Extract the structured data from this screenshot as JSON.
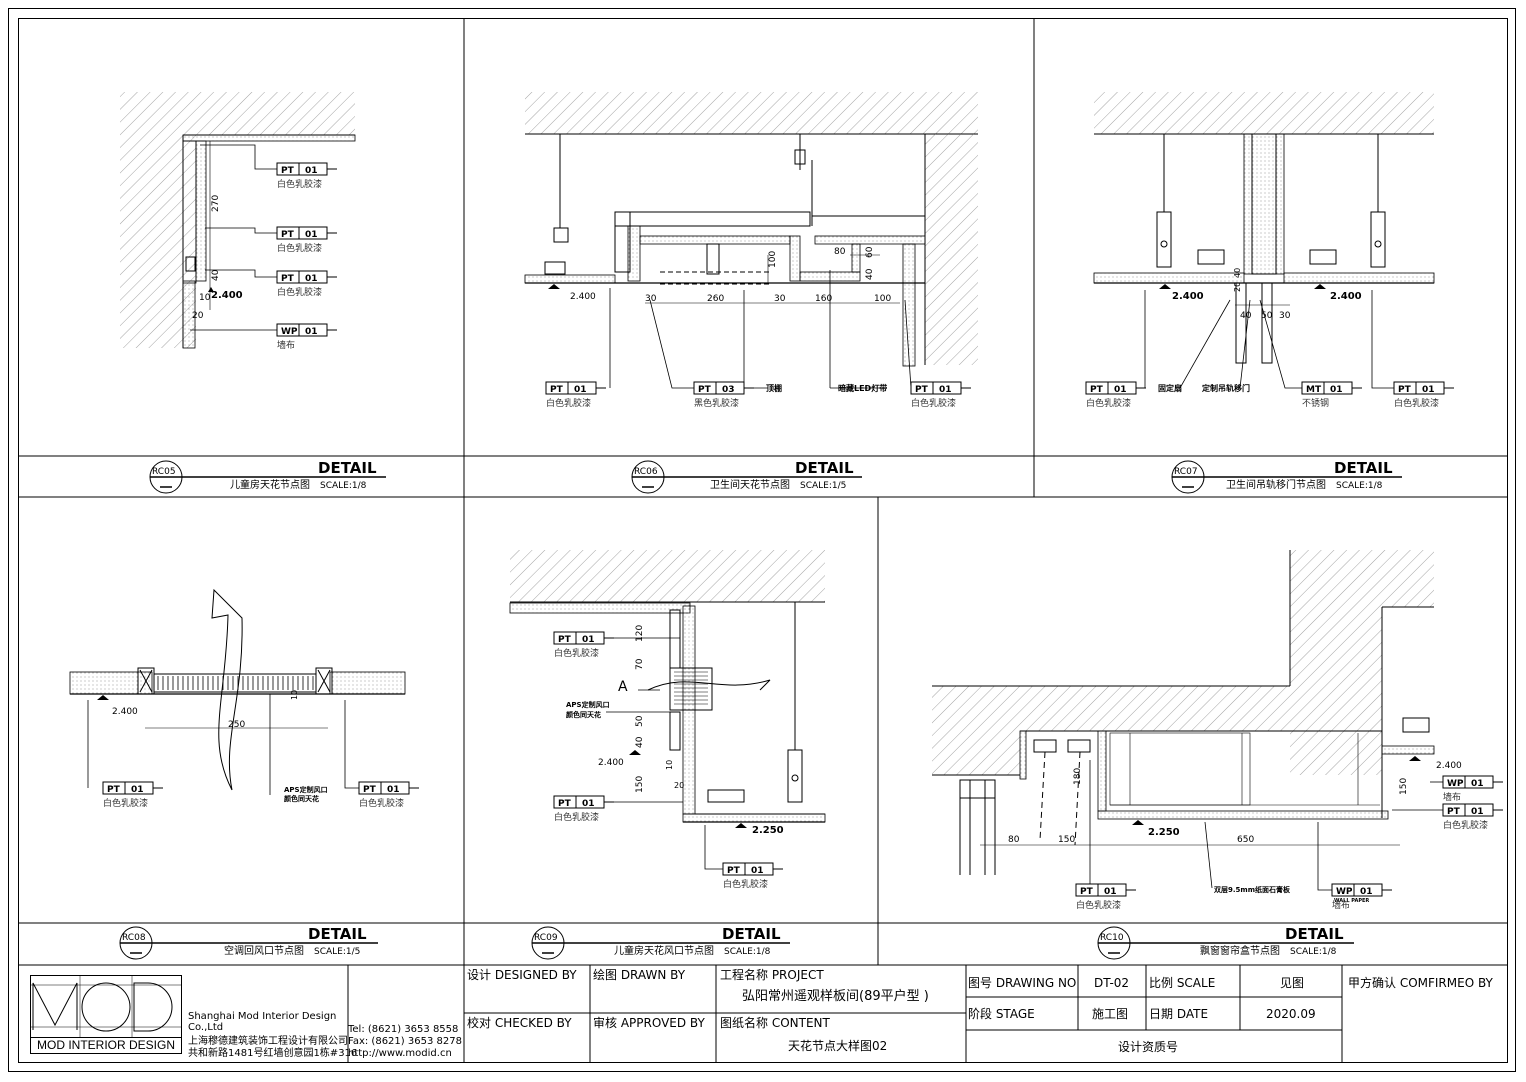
{
  "panels": [
    {
      "id": "RC05",
      "detail": "DETAIL",
      "title": "儿童房天花节点图",
      "scale": "SCALE:1/8"
    },
    {
      "id": "RC06",
      "detail": "DETAIL",
      "title": "卫生间天花节点图",
      "scale": "SCALE:1/5"
    },
    {
      "id": "RC07",
      "detail": "DETAIL",
      "title": "卫生间吊轨移门节点图",
      "scale": "SCALE:1/8"
    },
    {
      "id": "RC08",
      "detail": "DETAIL",
      "title": "空调回风口节点图",
      "scale": "SCALE:1/5"
    },
    {
      "id": "RC09",
      "detail": "DETAIL",
      "title": "儿童房天花风口节点图",
      "scale": "SCALE:1/8"
    },
    {
      "id": "RC10",
      "detail": "DETAIL",
      "title": "飘窗窗帘盒节点图",
      "scale": "SCALE:1/8"
    }
  ],
  "rc05": {
    "tags": [
      {
        "code": "PT",
        "num": "01",
        "label": "白色乳胶漆"
      },
      {
        "code": "PT",
        "num": "01",
        "label": "白色乳胶漆"
      },
      {
        "code": "PT",
        "num": "01",
        "label": "白色乳胶漆"
      },
      {
        "code": "WP",
        "num": "01",
        "label": "墙布"
      }
    ],
    "dims": [
      "270",
      "40",
      "10",
      "20"
    ],
    "level": "2.400"
  },
  "rc06": {
    "tags": [
      {
        "code": "PT",
        "num": "01",
        "label": "白色乳胶漆"
      },
      {
        "code": "PT",
        "num": "03",
        "label": "黑色乳胶漆"
      },
      {
        "code": "PT",
        "num": "01",
        "label": "白色乳胶漆"
      }
    ],
    "notes": [
      "顶棚",
      "暗藏LED灯带"
    ],
    "dims": [
      "30",
      "260",
      "30",
      "160",
      "100",
      "100",
      "80",
      "60",
      "40"
    ],
    "level": "2.400"
  },
  "rc07": {
    "tags": [
      {
        "code": "PT",
        "num": "01",
        "label": "白色乳胶漆"
      },
      {
        "code": "MT",
        "num": "01",
        "label": "不锈钢"
      },
      {
        "code": "PT",
        "num": "01",
        "label": "白色乳胶漆"
      }
    ],
    "notes": [
      "固定扇",
      "定制吊轨移门"
    ],
    "dims": [
      "40",
      "50",
      "30",
      "20",
      "40"
    ],
    "levels": [
      "2.400",
      "2.400"
    ]
  },
  "rc08": {
    "tags": [
      {
        "code": "PT",
        "num": "01",
        "label": "白色乳胶漆"
      },
      {
        "code": "PT",
        "num": "01",
        "label": "白色乳胶漆"
      }
    ],
    "notes": [
      "APS定制风口",
      "颜色同天花"
    ],
    "dims": [
      "250",
      "10"
    ],
    "level": "2.400"
  },
  "rc09": {
    "tags": [
      {
        "code": "PT",
        "num": "01",
        "label": "白色乳胶漆"
      },
      {
        "code": "PT",
        "num": "01",
        "label": "白色乳胶漆"
      },
      {
        "code": "PT",
        "num": "01",
        "label": "白色乳胶漆"
      }
    ],
    "notes": [
      "APS定制风口",
      "颜色同天花"
    ],
    "section": "A",
    "dims": [
      "120",
      "70",
      "50",
      "40",
      "150",
      "10",
      "20"
    ],
    "levels": [
      "2.400",
      "2.250"
    ]
  },
  "rc10": {
    "tags": [
      {
        "code": "PT",
        "num": "01",
        "label": "白色乳胶漆"
      },
      {
        "code": "WP",
        "num": "01",
        "label": "墙布"
      },
      {
        "code": "PT",
        "num": "01",
        "label": "白色乳胶漆"
      },
      {
        "code": "WP",
        "num": "01",
        "label": "墙布"
      }
    ],
    "notes": [
      "双层9.5mm纸面石膏板",
      "WALL PAPER"
    ],
    "dims": [
      "80",
      "150",
      "650",
      "180",
      "150"
    ],
    "levels": [
      "2.250",
      "2.400"
    ]
  },
  "titleblock": {
    "company_en": "Shanghai Mod Interior Design Co.,Ltd",
    "company_cn": "上海穆德建筑装饰工程设计有限公司",
    "address": "共和新路1481号红墙创意园1栋#316",
    "tel": "Tel: (8621) 3653 8558",
    "fax": "Fax: (8621) 3653 8278",
    "web": "http://www.modid.cn",
    "logo_caption": "MOD INTERIOR DESIGN",
    "designed_by": "设计 DESIGNED BY",
    "drawn_by": "绘图 DRAWN BY",
    "checked_by": "校对 CHECKED BY",
    "approved_by": "审核 APPROVED BY",
    "project_label": "工程名称 PROJECT",
    "project_value": "弘阳常州遥观样板间(89平户型 )",
    "content_label": "图纸名称 CONTENT",
    "content_value": "天花节点大样图02",
    "drawing_no_label": "图号 DRAWING NO",
    "drawing_no": "DT-02",
    "scale_label": "比例 SCALE",
    "scale_value": "见图",
    "stage_label": "阶段 STAGE",
    "stage_value": "施工图",
    "date_label": "日期 DATE",
    "date_value": "2020.09",
    "confirm_label": "甲方确认 COMFIRMEO BY",
    "doc_no_label": "设计资质号"
  }
}
